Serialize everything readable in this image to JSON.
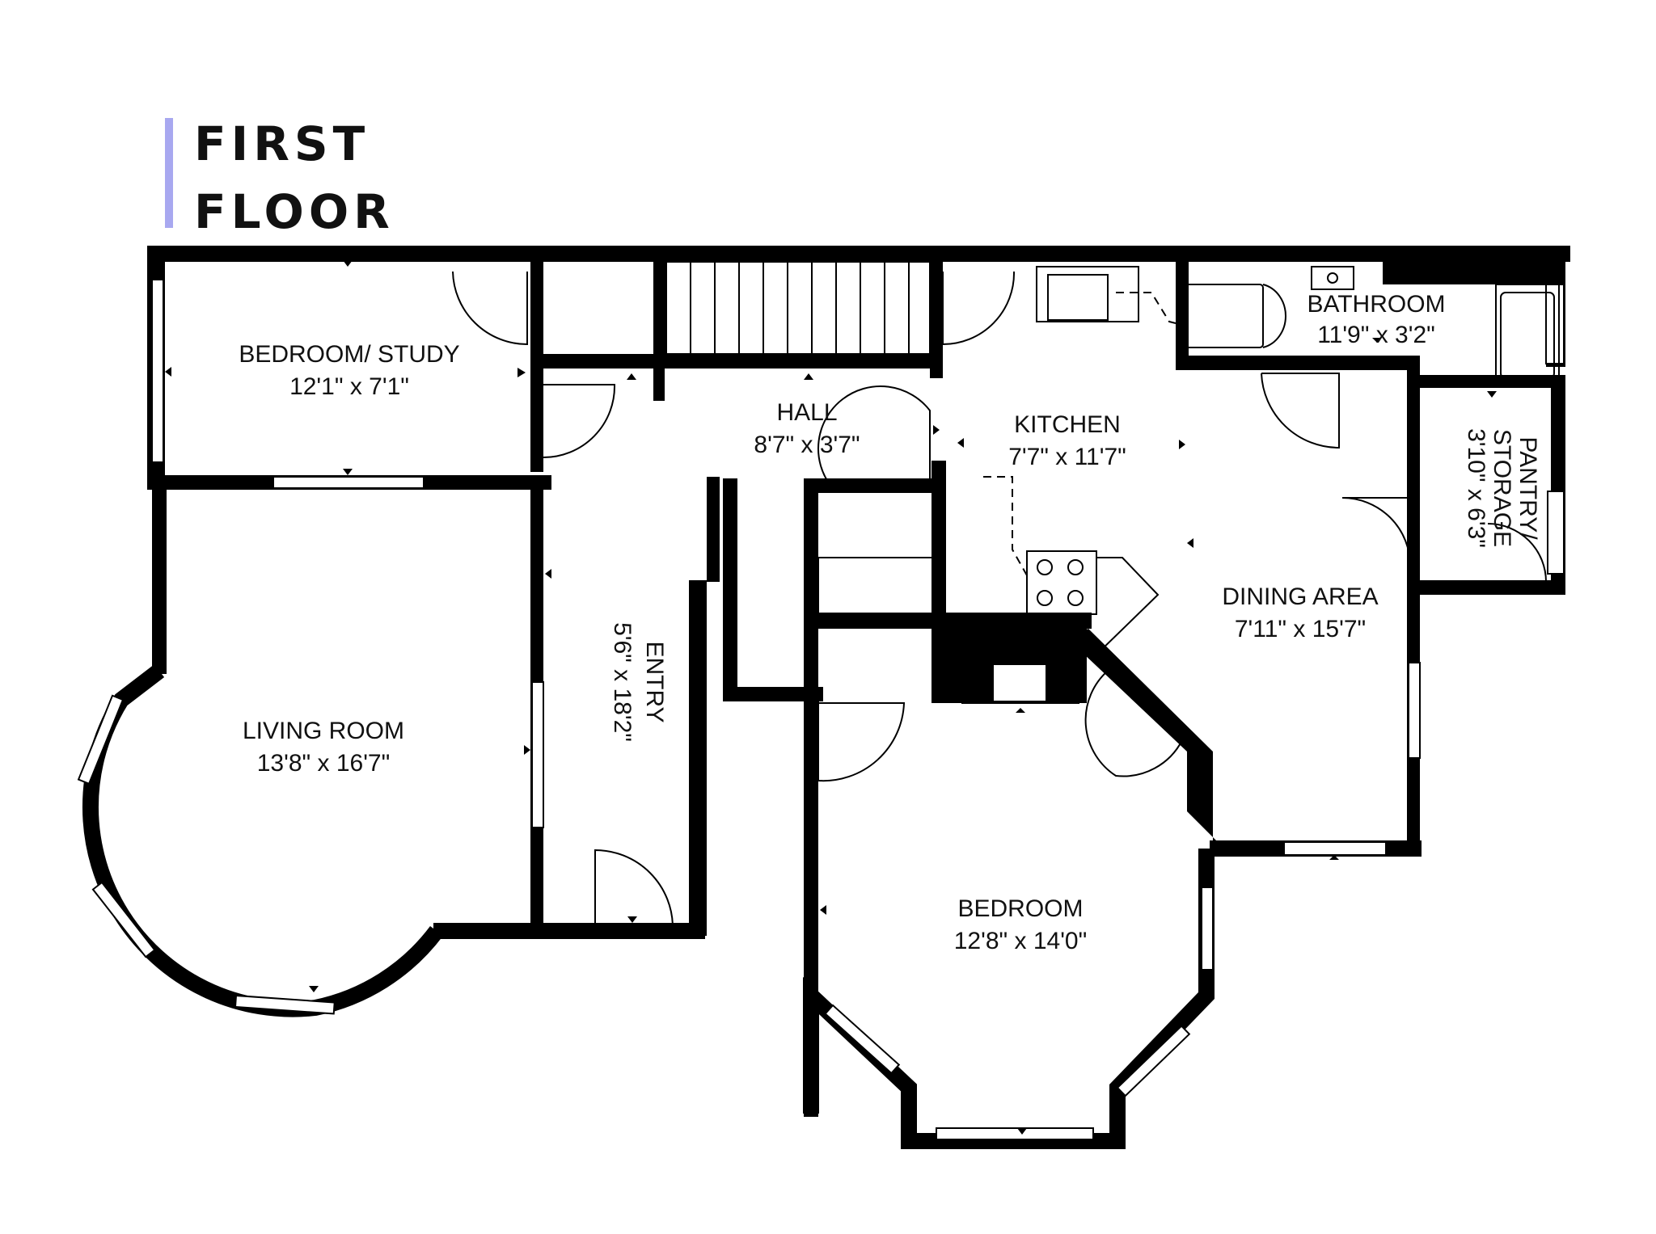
{
  "title": {
    "line1": "FIRST",
    "line2": "FLOOR",
    "accent_color": "#a8a8f0"
  },
  "rooms": {
    "bedroom_study": {
      "name": "BEDROOM/ STUDY",
      "dims": "12'1\" x 7'1\""
    },
    "hall": {
      "name": "HALL",
      "dims": "8'7\" x 3'7\""
    },
    "kitchen": {
      "name": "KITCHEN",
      "dims": "7'7\" x 11'7\""
    },
    "bathroom": {
      "name": "BATHROOM",
      "dims": "11'9\" x 3'2\""
    },
    "pantry": {
      "name_line1": "PANTRY/",
      "name_line2": "STORAGE",
      "dims": "3'10\" x 6'3\""
    },
    "entry": {
      "name": "ENTRY",
      "dims": "5'6\" x 18'2\""
    },
    "living_room": {
      "name": "LIVING ROOM",
      "dims": "13'8\" x 16'7\""
    },
    "dining_area": {
      "name": "DINING AREA",
      "dims": "7'11\" x 15'7\""
    },
    "bedroom": {
      "name": "BEDROOM",
      "dims": "12'8\" x 14'0\""
    }
  }
}
